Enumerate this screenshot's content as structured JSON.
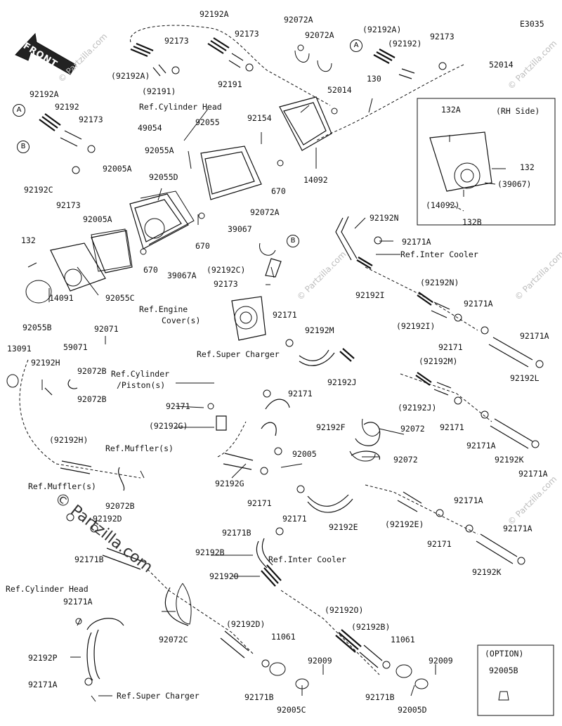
{
  "diagram_code": "E3035",
  "front_label": "FRONT",
  "rh_side_label": "(RH Side)",
  "option_label": "(OPTION)",
  "option_part": "92005B",
  "callouts": {
    "a": "A",
    "b": "B"
  },
  "watermark": "© Partzilla.com",
  "watermark_small": "© Partzilla.com",
  "labels": [
    {
      "id": "l1",
      "text": "92192A"
    },
    {
      "id": "l2",
      "text": "92072A"
    },
    {
      "id": "l3",
      "text": "(92192A)"
    },
    {
      "id": "l4",
      "text": "92173"
    },
    {
      "id": "l5",
      "text": "92072A"
    },
    {
      "id": "l6",
      "text": "92173"
    },
    {
      "id": "l7",
      "text": "(92192)"
    },
    {
      "id": "l8",
      "text": "92173"
    },
    {
      "id": "l9",
      "text": "52014"
    },
    {
      "id": "l10",
      "text": "(92192A)"
    },
    {
      "id": "l11",
      "text": "(92191)"
    },
    {
      "id": "l12",
      "text": "92191"
    },
    {
      "id": "l13",
      "text": "52014"
    },
    {
      "id": "l14",
      "text": "130"
    },
    {
      "id": "l15",
      "text": "Ref.Cylinder Head"
    },
    {
      "id": "l16",
      "text": "92192A"
    },
    {
      "id": "l17",
      "text": "92192"
    },
    {
      "id": "l18",
      "text": "92173"
    },
    {
      "id": "l19",
      "text": "49054"
    },
    {
      "id": "l20",
      "text": "92055"
    },
    {
      "id": "l21",
      "text": "92154"
    },
    {
      "id": "l22",
      "text": "132A"
    },
    {
      "id": "l23",
      "text": "92055A"
    },
    {
      "id": "l24",
      "text": "92005A"
    },
    {
      "id": "l25",
      "text": "92055D"
    },
    {
      "id": "l26",
      "text": "670"
    },
    {
      "id": "l27",
      "text": "14092"
    },
    {
      "id": "l28",
      "text": "132"
    },
    {
      "id": "l29",
      "text": "(39067)"
    },
    {
      "id": "l30",
      "text": "92192C"
    },
    {
      "id": "l31",
      "text": "92173"
    },
    {
      "id": "l32",
      "text": "92005A"
    },
    {
      "id": "l33",
      "text": "39067"
    },
    {
      "id": "l34",
      "text": "(14092)"
    },
    {
      "id": "l35",
      "text": "132B"
    },
    {
      "id": "l36",
      "text": "670"
    },
    {
      "id": "l37",
      "text": "92072A"
    },
    {
      "id": "l38",
      "text": "92192N"
    },
    {
      "id": "l39",
      "text": "132"
    },
    {
      "id": "l40",
      "text": "92171A"
    },
    {
      "id": "l41",
      "text": "670"
    },
    {
      "id": "l42",
      "text": "39067A"
    },
    {
      "id": "l43",
      "text": "Ref.Inter Cooler"
    },
    {
      "id": "l44",
      "text": "(92192C)"
    },
    {
      "id": "l45",
      "text": "92173"
    },
    {
      "id": "l46",
      "text": "14091"
    },
    {
      "id": "l47",
      "text": "92055C"
    },
    {
      "id": "l48",
      "text": "92192I"
    },
    {
      "id": "l49",
      "text": "(92192N)"
    },
    {
      "id": "l50",
      "text": "92055B"
    },
    {
      "id": "l51",
      "text": "Ref.Engine"
    },
    {
      "id": "l52",
      "text": "Cover(s)"
    },
    {
      "id": "l53",
      "text": "92171"
    },
    {
      "id": "l54",
      "text": "92171A"
    },
    {
      "id": "l55",
      "text": "(92192I)"
    },
    {
      "id": "l56",
      "text": "92071"
    },
    {
      "id": "l57",
      "text": "92192M"
    },
    {
      "id": "l58",
      "text": "92171"
    },
    {
      "id": "l59",
      "text": "92171A"
    },
    {
      "id": "l60",
      "text": "13091"
    },
    {
      "id": "l61",
      "text": "59071"
    },
    {
      "id": "l62",
      "text": "Ref.Super Charger"
    },
    {
      "id": "l63",
      "text": "(92192M)"
    },
    {
      "id": "l64",
      "text": "92192H"
    },
    {
      "id": "l65",
      "text": "92192L"
    },
    {
      "id": "l66",
      "text": "92072B"
    },
    {
      "id": "l67",
      "text": "Ref.Cylinder"
    },
    {
      "id": "l68",
      "text": "/Piston(s)"
    },
    {
      "id": "l69",
      "text": "92192J"
    },
    {
      "id": "l70",
      "text": "92072B"
    },
    {
      "id": "l71",
      "text": "92171"
    },
    {
      "id": "l72",
      "text": "(92192J)"
    },
    {
      "id": "l73",
      "text": "92171"
    },
    {
      "id": "l74",
      "text": "(92192G)"
    },
    {
      "id": "l75",
      "text": "92192F"
    },
    {
      "id": "l76",
      "text": "92072"
    },
    {
      "id": "l77",
      "text": "(92192H)"
    },
    {
      "id": "l78",
      "text": "Ref.Muffler(s)"
    },
    {
      "id": "l79",
      "text": "92171"
    },
    {
      "id": "l80",
      "text": "92171A"
    },
    {
      "id": "l81",
      "text": "92005"
    },
    {
      "id": "l82",
      "text": "92072"
    },
    {
      "id": "l83",
      "text": "92192K"
    },
    {
      "id": "l84",
      "text": "92192G"
    },
    {
      "id": "l85",
      "text": "92171A"
    },
    {
      "id": "l86",
      "text": "Ref.Muffler(s)"
    },
    {
      "id": "l87",
      "text": "92072B"
    },
    {
      "id": "l88",
      "text": "92171"
    },
    {
      "id": "l89",
      "text": "92192D"
    },
    {
      "id": "l90",
      "text": "92171"
    },
    {
      "id": "l91",
      "text": "92192E"
    },
    {
      "id": "l92",
      "text": "(92192E)"
    },
    {
      "id": "l93",
      "text": "92171A"
    },
    {
      "id": "l94",
      "text": "92171"
    },
    {
      "id": "l95",
      "text": "92171B"
    },
    {
      "id": "l96",
      "text": "92171B"
    },
    {
      "id": "l97",
      "text": "92171A"
    },
    {
      "id": "l98",
      "text": "92192B"
    },
    {
      "id": "l99",
      "text": "Ref.Inter Cooler"
    },
    {
      "id": "l100",
      "text": "92192O"
    },
    {
      "id": "l101",
      "text": "92192K"
    },
    {
      "id": "l102",
      "text": "Ref.Cylinder Head"
    },
    {
      "id": "l103",
      "text": "92171A"
    },
    {
      "id": "l104",
      "text": "(92192O)"
    },
    {
      "id": "l105",
      "text": "92072C"
    },
    {
      "id": "l106",
      "text": "(92192D)"
    },
    {
      "id": "l107",
      "text": "(92192B)"
    },
    {
      "id": "l108",
      "text": "11061"
    },
    {
      "id": "l109",
      "text": "11061"
    },
    {
      "id": "l110",
      "text": "92192P"
    },
    {
      "id": "l111",
      "text": "92009"
    },
    {
      "id": "l112",
      "text": "92009"
    },
    {
      "id": "l113",
      "text": "92171A"
    },
    {
      "id": "l114",
      "text": "Ref.Super Charger"
    },
    {
      "id": "l115",
      "text": "92171B"
    },
    {
      "id": "l116",
      "text": "92171B"
    },
    {
      "id": "l117",
      "text": "92005C"
    },
    {
      "id": "l118",
      "text": "92005D"
    }
  ]
}
